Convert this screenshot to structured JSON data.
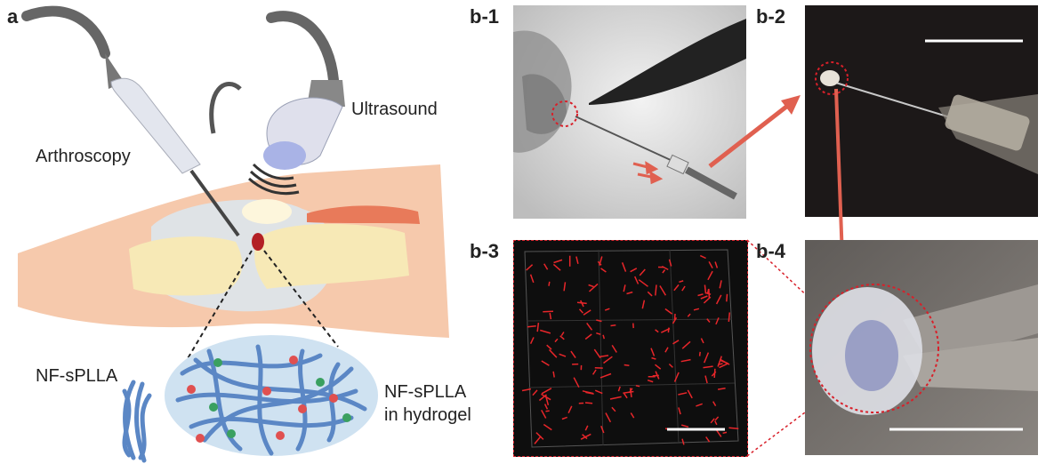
{
  "panels": {
    "a": "a",
    "b1": "b-1",
    "b2": "b-2",
    "b3": "b-3",
    "b4": "b-4"
  },
  "labels": {
    "arthroscopy": "Arthroscopy",
    "ultrasound": "Ultrasound",
    "nf_left": "NF-sPLLA",
    "nf_gel_line1": "NF-sPLLA",
    "nf_gel_line2": "in hydrogel"
  },
  "colors": {
    "arrow": "#e06050",
    "dashed_circle": "#d8202a",
    "fiber": "#5b87c5",
    "skin": "#f6c9ac",
    "bone": "#f7e9b6",
    "gel": "#cfe2f1",
    "positive_charge": "#e05050",
    "negative_charge": "#3aa060"
  }
}
